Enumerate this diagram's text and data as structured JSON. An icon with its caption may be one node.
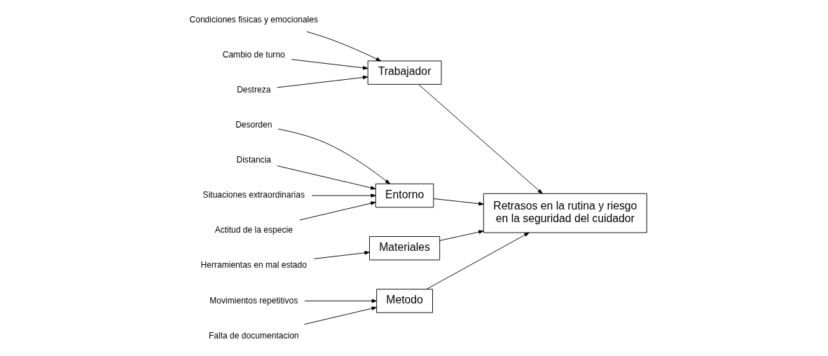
{
  "diagram": {
    "nodes": [
      {
        "text": [
          "Metodo"
        ]
      },
      {
        "text": [
          "Trabajador"
        ]
      },
      {
        "text": [
          "Movimientos repetitivos"
        ]
      },
      {
        "text": [
          "Condiciones fisicas y emocionales"
        ]
      },
      {
        "text": [
          "Cambio de turno"
        ]
      },
      {
        "text": [
          "Falta de documentacion"
        ]
      },
      {
        "text": [
          "Destreza"
        ]
      },
      {
        "text": [
          "Retrasos en la rutina y riesgo en la seguridad del cuidador"
        ]
      },
      {
        "text": [
          "Desorden"
        ]
      },
      {
        "text": [
          "Distancia"
        ]
      },
      {
        "text": [
          "Situaciones extraordinarias"
        ]
      },
      {
        "text": [
          "Actitud de la especie"
        ]
      },
      {
        "text": [
          "Herramientas en mal estado"
        ]
      },
      {
        "text": [
          "Entorno"
        ]
      },
      {
        "text": [
          "Materiales"
        ]
      }
    ],
    "edges": [
      {
        "from": 2,
        "to": 0,
        "arrow": "to"
      },
      {
        "from": 5,
        "to": 0,
        "arrow": "to"
      },
      {
        "from": 3,
        "to": 1,
        "arrow": "to"
      },
      {
        "from": 4,
        "to": 1,
        "arrow": "to"
      },
      {
        "from": 6,
        "to": 1,
        "arrow": "to"
      },
      {
        "from": 8,
        "to": 13,
        "arrow": "to"
      },
      {
        "from": 9,
        "to": 13,
        "arrow": "to"
      },
      {
        "from": 10,
        "to": 13,
        "arrow": "to"
      },
      {
        "from": 11,
        "to": 13,
        "arrow": "to"
      },
      {
        "from": 12,
        "to": 14,
        "arrow": "to"
      },
      {
        "from": 0,
        "to": 7,
        "arrow": "to"
      },
      {
        "from": 1,
        "to": 7,
        "arrow": "to"
      },
      {
        "from": 13,
        "to": 7,
        "arrow": "to"
      },
      {
        "from": 14,
        "to": 7,
        "arrow": "to"
      }
    ]
  }
}
